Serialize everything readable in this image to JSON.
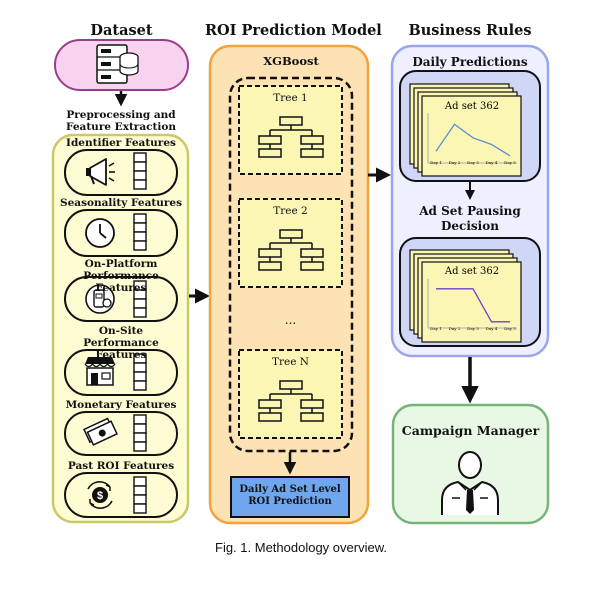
{
  "headers": {
    "dataset": "Dataset",
    "model": "ROI Prediction Model",
    "business": "Business Rules"
  },
  "preprocess_label": "Preprocessing and Feature Extraction",
  "features": [
    {
      "label": "Identifier Features",
      "icon": "megaphone-icon"
    },
    {
      "label": "Seasonality Features",
      "icon": "clock-icon"
    },
    {
      "label": "On-Platform Performance Features",
      "icon": "phone-icon"
    },
    {
      "label": "On-Site Performance Features",
      "icon": "storefront-icon"
    },
    {
      "label": "Monetary Features",
      "icon": "banknotes-icon"
    },
    {
      "label": "Past ROI Features",
      "icon": "dollar-cycle-icon"
    }
  ],
  "model": {
    "algorithm": "XGBoost",
    "trees": [
      "Tree 1",
      "Tree 2",
      "Tree N"
    ],
    "ellipsis": "...",
    "output": "Daily Ad Set Level ROI Prediction"
  },
  "business": {
    "daily_predictions": "Daily Predictions",
    "pausing_decision": "Ad Set Pausing Decision",
    "chart_title": "Ad set 362",
    "days": [
      "Day 1",
      "Day 2",
      "Day 3",
      "Day 4",
      "Day 5"
    ],
    "prediction_values": [
      0.15,
      0.75,
      0.45,
      0.3,
      0.05
    ],
    "pause_values": [
      0.8,
      0.8,
      0.8,
      0.05,
      0.05
    ]
  },
  "campaign_manager": "Campaign Manager",
  "caption": "Fig. 1.  Methodology overview.",
  "colors": {
    "dataset_fill": "#f7d3ef",
    "dataset_border": "#9c3d8a",
    "feature_fill": "#fdfcd3",
    "feature_border": "#c9c96a",
    "model_fill": "#fde2b3",
    "model_border": "#f2a43a",
    "tree_fill": "#fcf6b4",
    "output_fill": "#6fa6ee",
    "business_fill": "#eef0ff",
    "business_border": "#9aa5ee",
    "panel_fill": "#cfd6f6",
    "manager_fill": "#e9f8e5",
    "manager_border": "#76b37a",
    "line_blue": "#5b8fd4",
    "line_purple": "#6d44c9"
  }
}
